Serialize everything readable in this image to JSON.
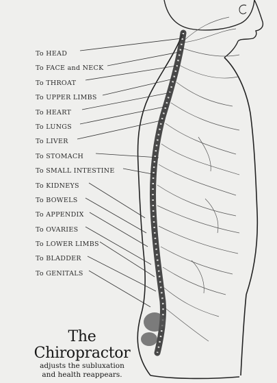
{
  "diagram": {
    "labels": [
      "To HEAD",
      "To FACE and NECK",
      "To THROAT",
      "To UPPER LIMBS",
      "To HEART",
      "To LUNGS",
      "To LIVER",
      "To STOMACH",
      "To SMALL INTESTINE",
      "To KIDNEYS",
      "To BOWELS",
      "To APPENDIX",
      "To OVARIES",
      "To LOWER LIMBS",
      "To BLADDER",
      "To GENITALS"
    ],
    "caption": {
      "title": "The Chiropractor",
      "line1": "adjusts the subluxation",
      "line2": "and health reappears."
    }
  }
}
